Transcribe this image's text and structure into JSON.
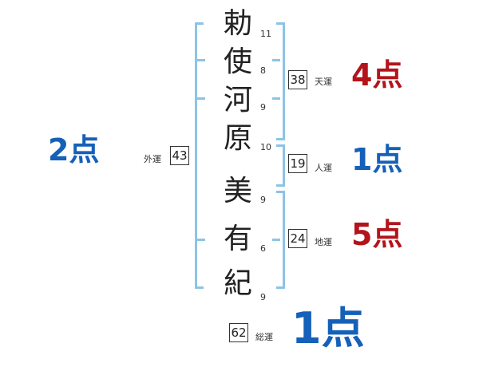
{
  "name_chars": [
    {
      "char": "勅",
      "strokes": "11"
    },
    {
      "char": "使",
      "strokes": "8"
    },
    {
      "char": "河",
      "strokes": "9"
    },
    {
      "char": "原",
      "strokes": "10"
    },
    {
      "char": "美",
      "strokes": "9"
    },
    {
      "char": "有",
      "strokes": "6"
    },
    {
      "char": "紀",
      "strokes": "9"
    }
  ],
  "fortunes": {
    "tenun": {
      "label": "天運",
      "value": "38",
      "score": "4点"
    },
    "jinun": {
      "label": "人運",
      "value": "19",
      "score": "1点"
    },
    "chiun": {
      "label": "地運",
      "value": "24",
      "score": "5点"
    },
    "gaiun": {
      "label": "外運",
      "value": "43",
      "score": "2点"
    },
    "souun": {
      "label": "総運",
      "value": "62",
      "score": "1点"
    }
  },
  "colors": {
    "blue": "#1560b8",
    "red": "#b3141b",
    "bracket": "#8cc4e6"
  }
}
